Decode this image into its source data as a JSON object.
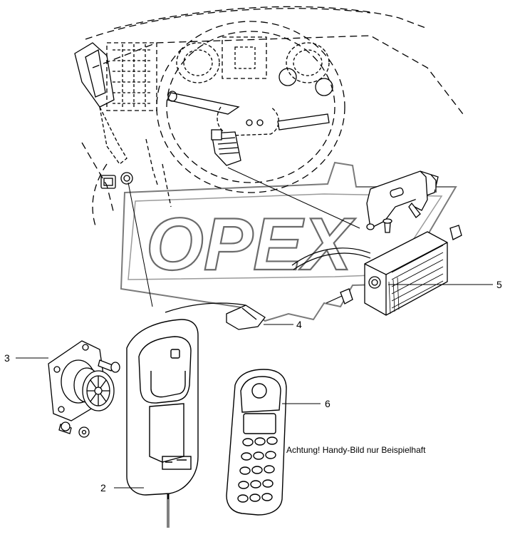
{
  "watermark": {
    "text": "OPEX"
  },
  "callouts": {
    "c2": "2",
    "c3": "3",
    "c4": "4",
    "c5": "5",
    "c6": "6"
  },
  "note": "Achtung! Handy-Bild nur Beispielhaft",
  "icons": {
    "dashboard": "dashboard-illustration-icon",
    "bracket": "mounting-bracket-icon",
    "amplifier": "amplifier-box-icon",
    "antenna": "antenna-foot-icon",
    "swivel_mount": "swivel-mount-icon",
    "holder": "phone-holder-icon",
    "phone": "mobile-phone-icon"
  }
}
